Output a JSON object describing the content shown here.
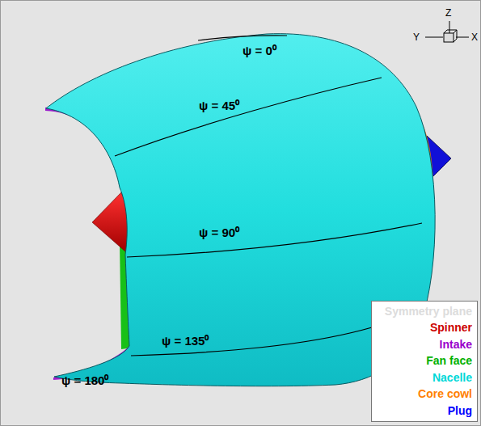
{
  "diagram": {
    "labels": [
      "ψ = 0⁰",
      "ψ = 45⁰",
      "ψ = 90⁰",
      "ψ = 135⁰",
      "ψ = 180⁰",
      "Z",
      "Y",
      "X"
    ],
    "legend": [
      {
        "text": "Symmetry plane",
        "color": "#dcdcdc"
      },
      {
        "text": "Spinner",
        "color": "#cc0000"
      },
      {
        "text": "Intake",
        "color": "#9900cc"
      },
      {
        "text": "Fan face",
        "color": "#00b000"
      },
      {
        "text": "Nacelle",
        "color": "#00d8d8"
      },
      {
        "text": "Core cowl",
        "color": "#ff8000"
      },
      {
        "text": "Plug",
        "color": "#0000ff"
      }
    ]
  }
}
